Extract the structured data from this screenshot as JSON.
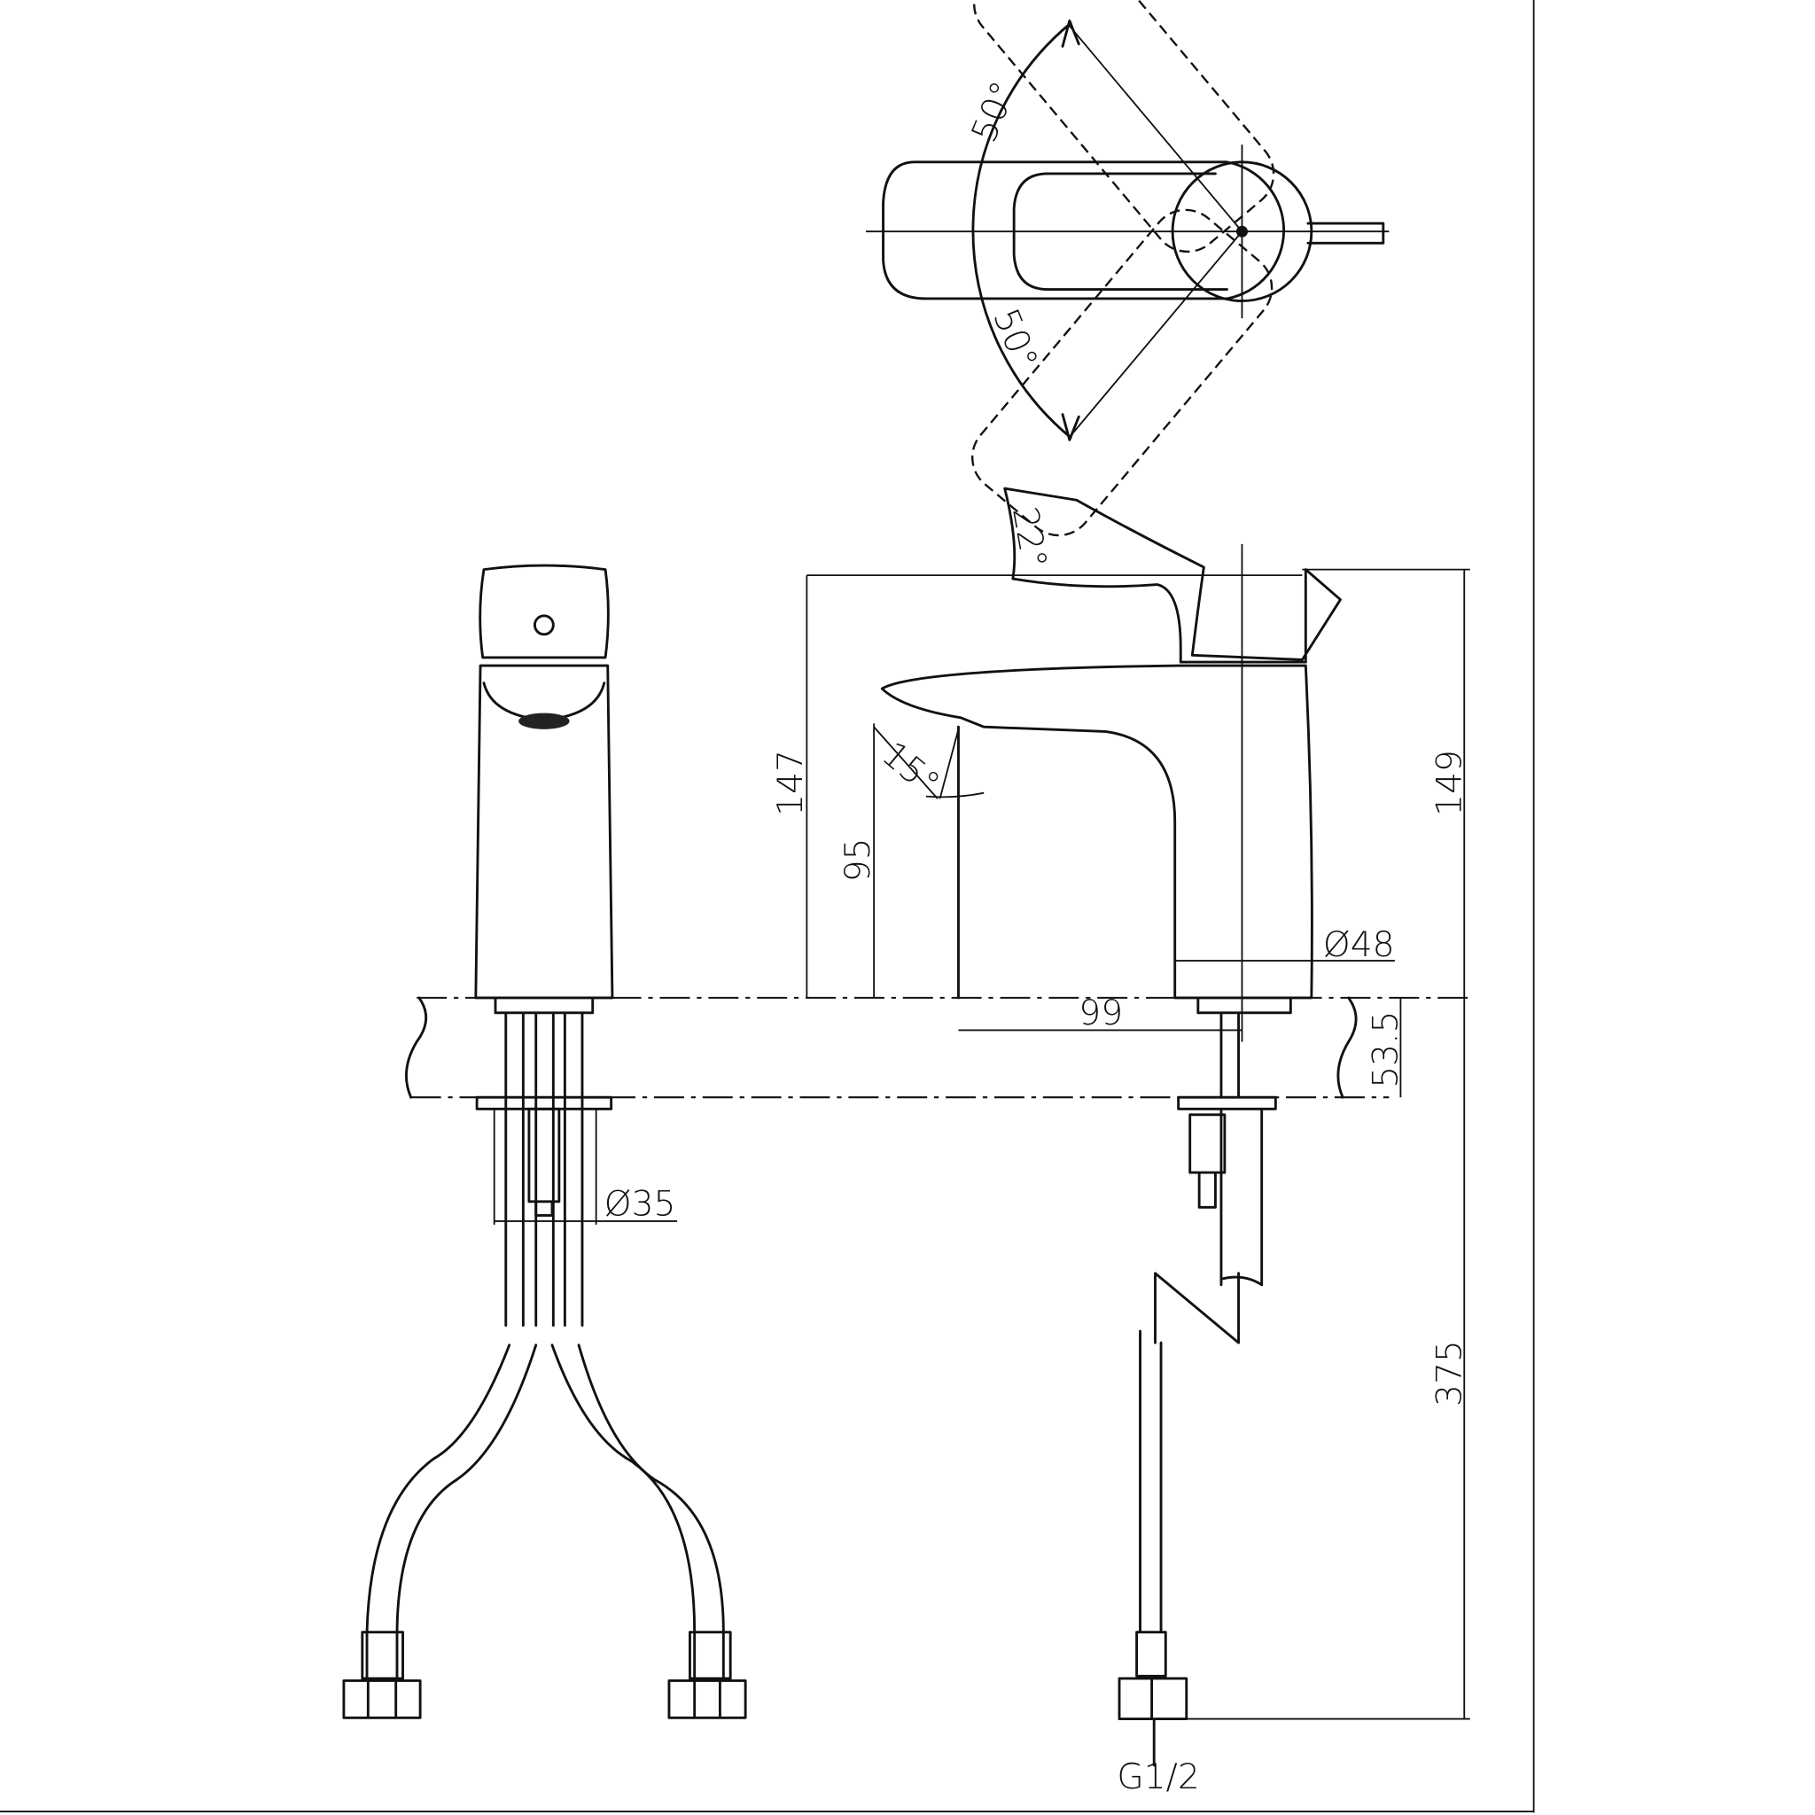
{
  "top_view": {
    "angle_upper": "50°",
    "angle_lower": "50°"
  },
  "side_view": {
    "handle_angle": "22°",
    "spout_angle": "15°",
    "height_total": "147",
    "spout_height": "95",
    "overall_height": "149",
    "body_diameter": "Ø48",
    "spout_reach": "99",
    "max_counter_thickness": "53.5",
    "hose_length": "375",
    "connection_thread": "G1/2"
  },
  "front_view": {
    "shank_diameter": "Ø35"
  }
}
